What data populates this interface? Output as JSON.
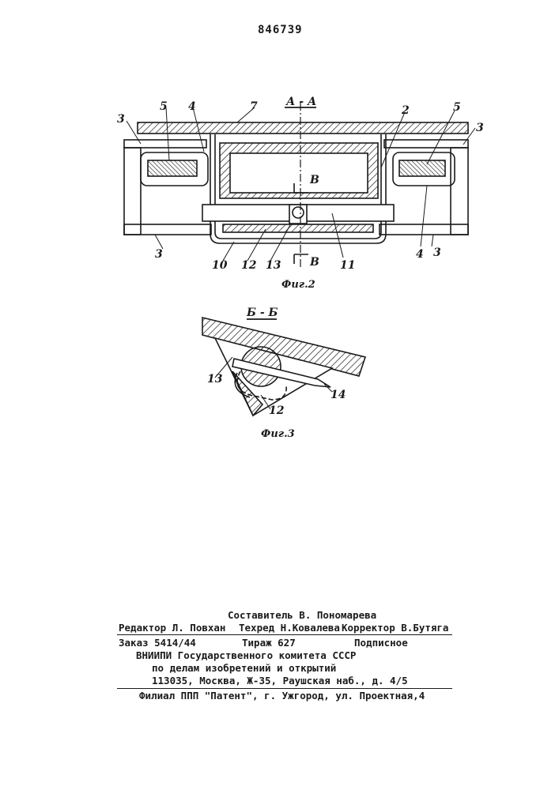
{
  "patent_number": "846739",
  "figure2": {
    "section_label": "А - А",
    "caption": "Фиг.2",
    "section_mark": "В",
    "labels": {
      "l3a": "3",
      "l3b": "3",
      "l3c": "3",
      "l3d": "3",
      "l5a": "5",
      "l5b": "5",
      "l4a": "4",
      "l4b": "4",
      "l7": "7",
      "l2": "2",
      "l10": "10",
      "l12": "12",
      "l13": "13",
      "l11": "11"
    }
  },
  "figure3": {
    "section_label": "Б - Б",
    "caption": "Фиг.3",
    "labels": {
      "l13": "13",
      "l12": "12",
      "l14": "14"
    }
  },
  "imprint": {
    "compiler": "Составитель В. Пономарева",
    "editor": "Редактор Л. Повхан",
    "techred": "Техред Н.Ковалева",
    "corrector": "Корректор В.Бутяга",
    "order": "Заказ 5414/44",
    "circulation": "Тираж 627",
    "subscription": "Подписное",
    "org_line1": "ВНИИПИ Государственного комитета СССР",
    "org_line2": "по делам изобретений и открытий",
    "address": "113035, Москва, Ж-35, Раушская наб., д. 4/5",
    "branch": "Филиал ППП \"Патент\", г. Ужгород, ул. Проектная,4"
  }
}
